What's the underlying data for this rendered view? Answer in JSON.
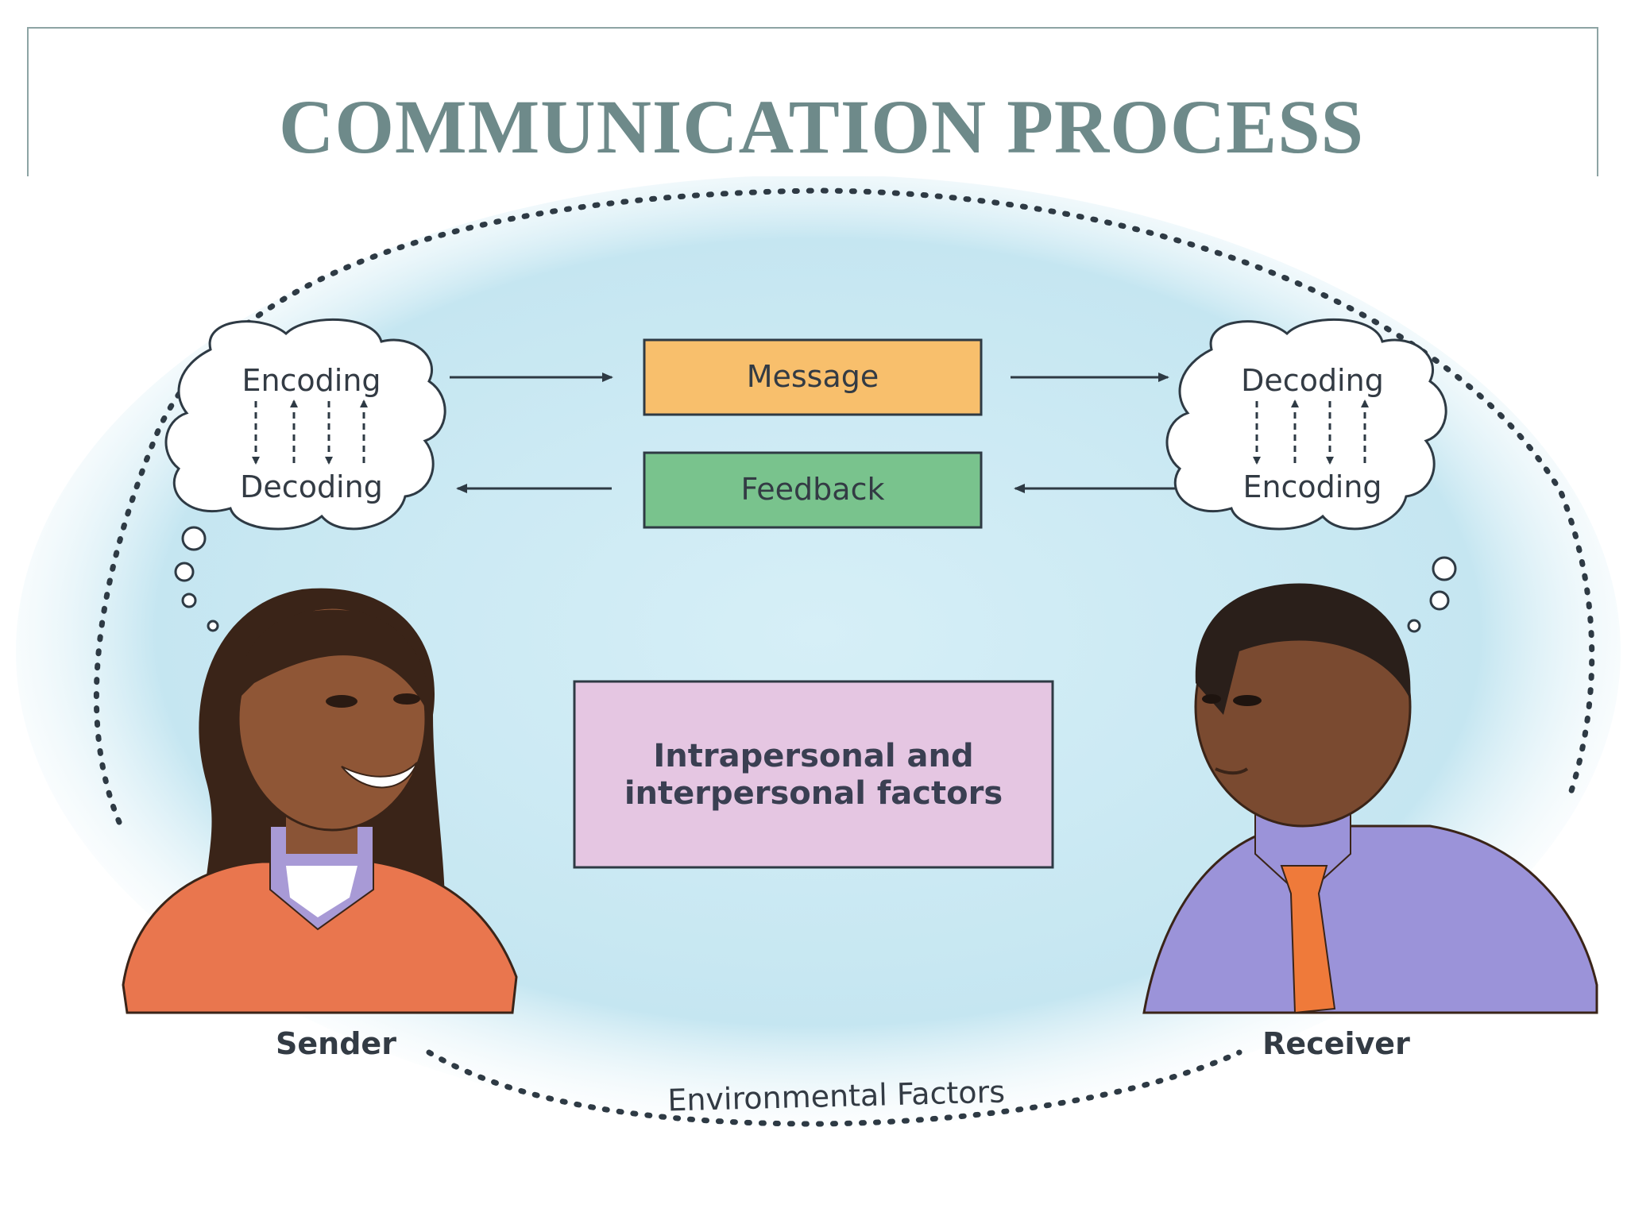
{
  "title": "COMMUNICATION PROCESS",
  "diagram": {
    "sender_thought": {
      "top": "Encoding",
      "bottom": "Decoding"
    },
    "receiver_thought": {
      "top": "Decoding",
      "bottom": "Encoding"
    },
    "message": "Message",
    "feedback": "Feedback",
    "center_line1": "Intrapersonal and",
    "center_line2": "interpersonal factors",
    "sender": "Sender",
    "receiver": "Receiver",
    "environment": "Environmental Factors"
  },
  "colors": {
    "title": "#6e8a8a",
    "message_box": "#f8bf6c",
    "feedback_box": "#79c38d",
    "factors_box": "#e5c6e2",
    "background_glow": "#c9e8f2"
  }
}
